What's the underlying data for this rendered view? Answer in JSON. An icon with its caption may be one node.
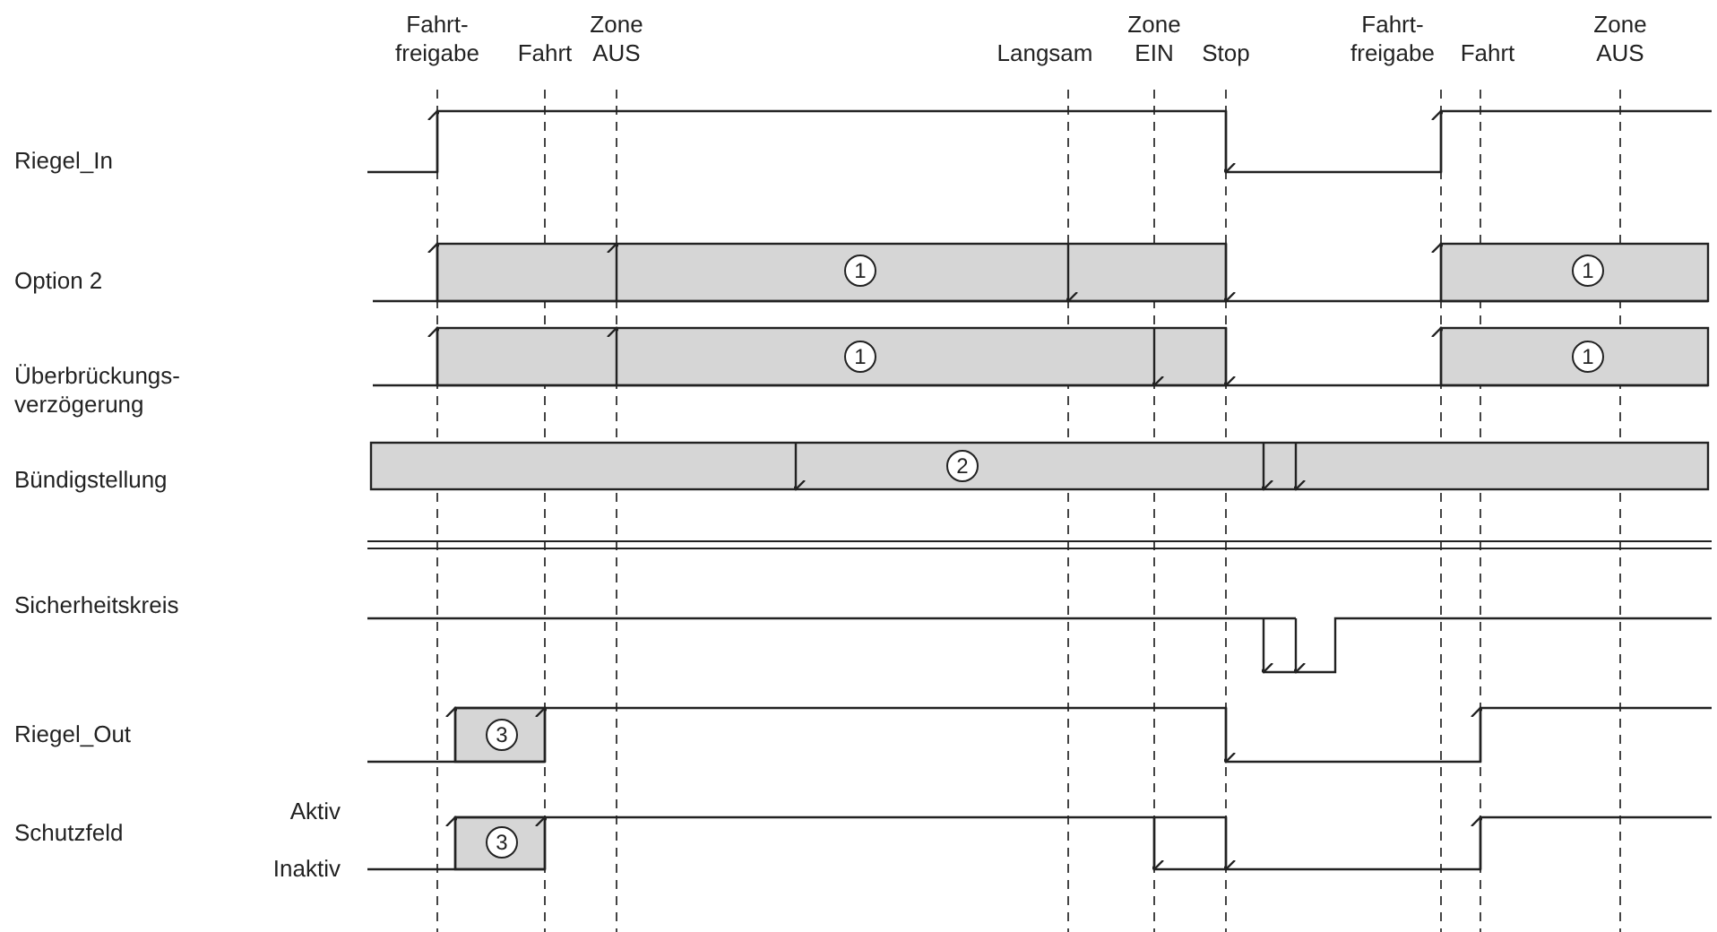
{
  "diagram": {
    "nodes": [
      {
        "text": [
          "1"
        ]
      },
      {
        "text": [
          "1"
        ]
      },
      {
        "text": [
          "1"
        ]
      },
      {
        "text": [
          "1"
        ]
      },
      {
        "text": [
          "2"
        ]
      },
      {
        "text": [
          "3"
        ]
      },
      {
        "text": [
          "3"
        ]
      }
    ],
    "labels": [
      "Fahrt- freigabe",
      "Fahrt",
      "Zone AUS",
      "Langsam",
      "Zone EIN",
      "Stop",
      "Fahrt- freigabe",
      "Fahrt",
      "Zone AUS",
      "Riegel_In",
      "Option 2",
      "Überbrückungs- verzögerung",
      "Bündigstellung",
      "Sicherheitskreis",
      "Riegel_Out",
      "Aktiv",
      "Schutzfeld",
      "Inaktiv"
    ]
  }
}
